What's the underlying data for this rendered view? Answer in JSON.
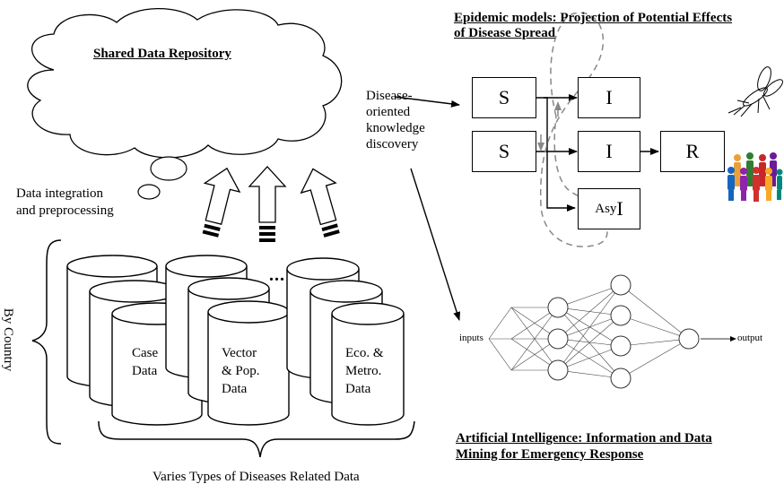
{
  "repository": {
    "title": "Shared Data Repository"
  },
  "integration": {
    "line1": "Data integration",
    "line2": "and preprocessing"
  },
  "country_label": "By Country",
  "bottom_label": "Varies Types of Diseases Related Data",
  "ellipsis": "...",
  "cylinders": {
    "case": [
      "Case",
      "Data"
    ],
    "vector": [
      "Vector",
      "& Pop.",
      "Data"
    ],
    "eco": [
      "Eco. &",
      "Metro.",
      "Data"
    ]
  },
  "discovery": {
    "l1": "Disease-",
    "l2": "oriented",
    "l3": "knowledge",
    "l4": "discovery"
  },
  "epidemic": {
    "title1": "Epidemic models: Projection of Potential Effects",
    "title2": "of Disease Spread",
    "s1": "S",
    "i1": "I",
    "s2": "S",
    "i2": "I",
    "r": "R",
    "asy_prefix": "Asy",
    "asy_suffix": "I"
  },
  "nn": {
    "inputs": "inputs",
    "output": "output"
  },
  "ai": {
    "title1": "Artificial Intelligence: Information and Data",
    "title2": "Mining for Emergency Response"
  }
}
